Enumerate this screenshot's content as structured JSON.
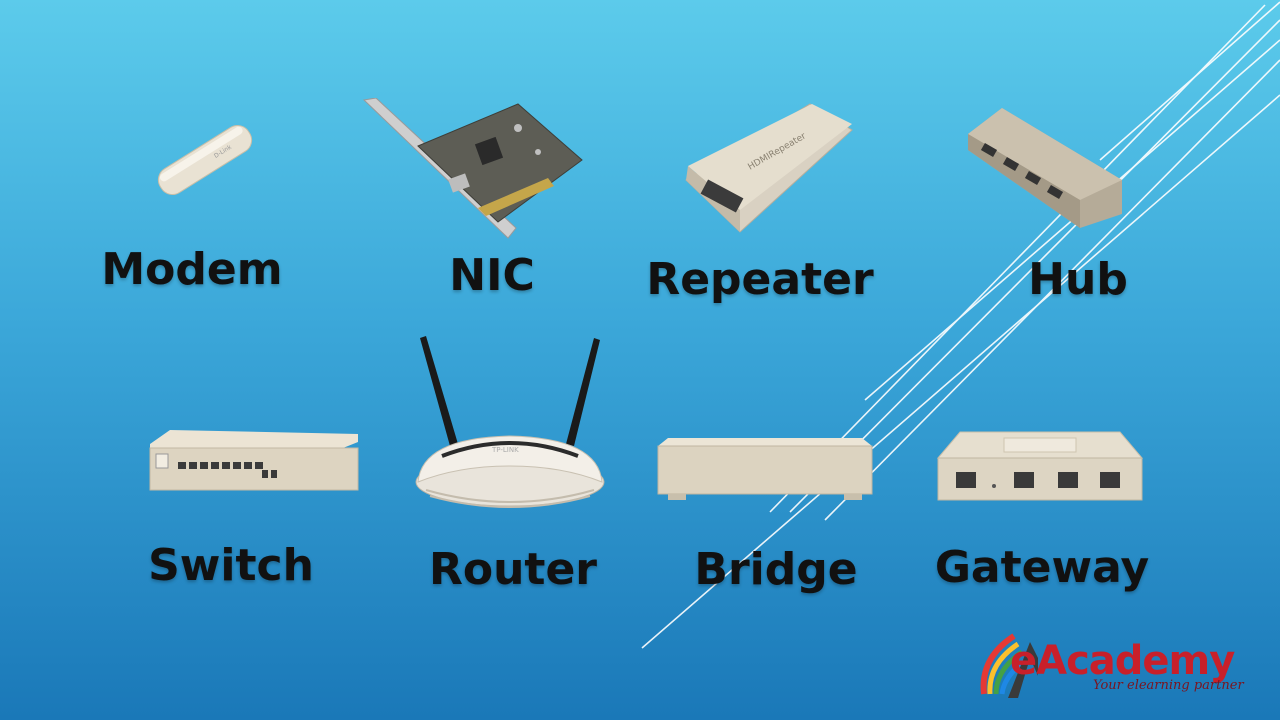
{
  "devices": [
    {
      "name": "modem",
      "label": "Modem"
    },
    {
      "name": "nic",
      "label": "NIC"
    },
    {
      "name": "repeater",
      "label": "Repeater"
    },
    {
      "name": "hub",
      "label": "Hub"
    },
    {
      "name": "switch",
      "label": "Switch"
    },
    {
      "name": "router",
      "label": "Router"
    },
    {
      "name": "bridge",
      "label": "Bridge"
    },
    {
      "name": "gateway",
      "label": "Gateway"
    }
  ],
  "branding": {
    "wordmark": "eAcademy",
    "tagline": "Your elearning partner",
    "colors": {
      "brand_red": "#c8202a",
      "background_top": "#5ccbeb",
      "background_bottom": "#1a78b8"
    }
  }
}
